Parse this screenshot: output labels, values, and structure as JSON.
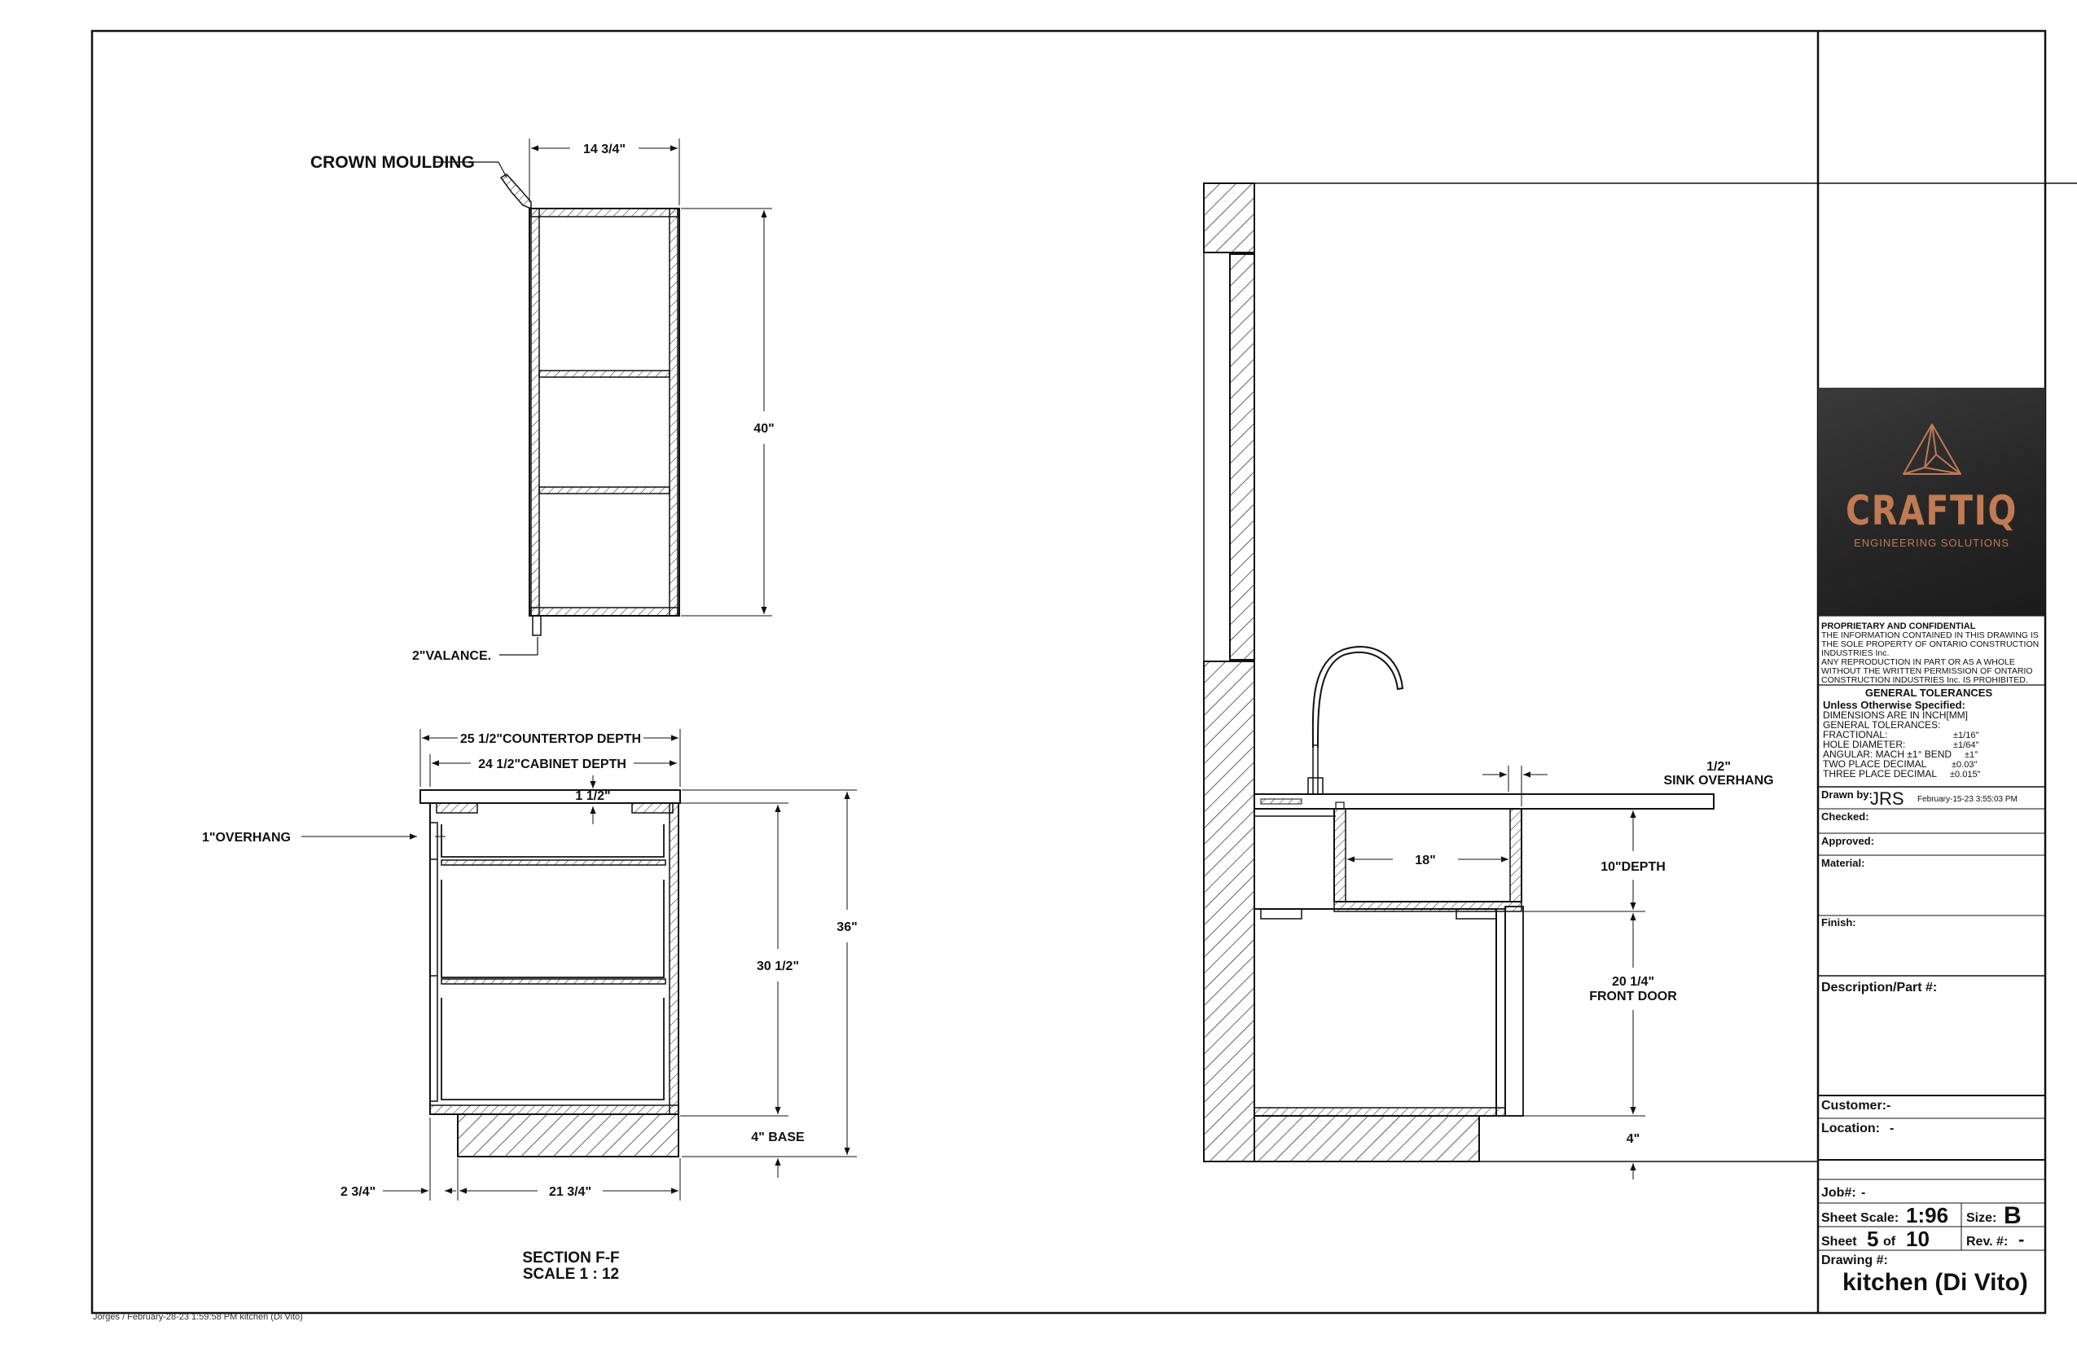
{
  "detail_a": {
    "crown_label": "CROWN MOULDING",
    "valance_label": "2\"VALANCE.",
    "width_dim": "14 3/4\"",
    "height_dim": "40\""
  },
  "detail_b": {
    "countertop_depth": "25 1/2\"COUNTERTOP DEPTH",
    "cabinet_depth": "24 1/2\"CABINET DEPTH",
    "top_gap": "1 1/2\"",
    "overhang": "1\"OVERHANG",
    "body_height": "30 1/2\"",
    "total_height": "36\"",
    "base_height": "4\" BASE",
    "toe_width": "2 3/4\"",
    "base_width": "21 3/4\"",
    "section_title": "SECTION F-F",
    "section_scale": "SCALE 1 : 12"
  },
  "elevation": {
    "sink_overhang_value": "1/2\"",
    "sink_overhang_label": "SINK OVERHANG",
    "sink_width": "18\"",
    "sink_depth": "10\"DEPTH",
    "front_door_value": "20 1/4\"",
    "front_door_label": "FRONT DOOR",
    "base_value": "4\""
  },
  "title_block": {
    "logo_name": "CRAFTIQ",
    "logo_tagline": "ENGINEERING SOLUTIONS",
    "proprietary_heading": "PROPRIETARY AND CONFIDENTIAL",
    "proprietary_lines": [
      "THE INFORMATION CONTAINED IN THIS DRAWING IS",
      "THE SOLE PROPERTY OF ONTARIO CONSTRUCTION",
      "INDUSTRIES Inc.",
      "ANY REPRODUCTION IN PART OR AS A WHOLE",
      "WITHOUT THE WRITTEN PERMISSION OF ONTARIO",
      "CONSTRUCTION INDUSTRIES Inc. IS PROHIBITED."
    ],
    "tolerances_heading": "GENERAL TOLERANCES",
    "unless_specified": "Unless Otherwise Specified:",
    "tolerance_lines": [
      "DIMENSIONS ARE IN INCH[MM]",
      "GENERAL TOLERANCES:",
      "FRACTIONAL:",
      "HOLE DIAMETER:",
      "ANGULAR: MACH ±1° BEND",
      "TWO PLACE DECIMAL",
      "THREE PLACE DECIMAL"
    ],
    "tolerance_values": [
      "±1/16\"",
      "±1/64\"",
      "±1°",
      "±0.03\"",
      "±0.015\""
    ],
    "drawn_by_label": "Drawn by:",
    "drawn_by": "JRS",
    "drawn_date": "February-15-23 3:55:03 PM",
    "checked_label": "Checked:",
    "approved_label": "Approved:",
    "material_label": "Material:",
    "finish_label": "Finish:",
    "description_label": "Description/Part #:",
    "customer_label": "Customer:",
    "customer": "-",
    "location_label": "Location:",
    "location": "-",
    "job_label": "Job#:",
    "job": "-",
    "sheet_scale_label": "Sheet Scale:",
    "sheet_scale": "1:96",
    "size_label": "Size:",
    "size": "B",
    "sheet_label": "Sheet",
    "sheet_number": "5",
    "sheet_of": "of",
    "sheet_total": "10",
    "rev_label": "Rev. #:",
    "rev": "-",
    "drawing_label": "Drawing #:",
    "drawing_name": "kitchen (Di Vito)"
  },
  "footer": "Jorges / February-28-23 1:59:58 PM  kitchen (Di Vito)"
}
